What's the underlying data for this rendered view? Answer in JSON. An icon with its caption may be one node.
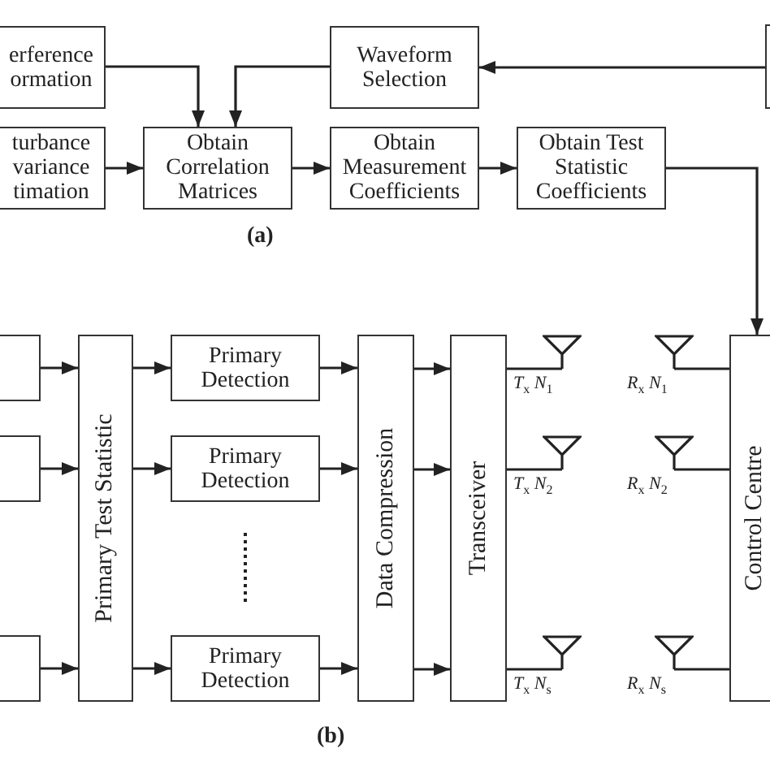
{
  "diagram": {
    "nodes": [
      {
        "text": [
          "erference ormation"
        ]
      },
      {
        "text": [
          "Waveform Selection"
        ]
      },
      {
        "text": [],
        "shape": "box"
      },
      {
        "text": [
          "turbance variance timation"
        ]
      },
      {
        "text": [
          "Obtain Correlation Matrices"
        ]
      },
      {
        "text": [
          "Obtain Measurement Coefficients"
        ]
      },
      {
        "text": [
          "Obtain Test Statistic Coefficients"
        ]
      },
      {
        "text": [],
        "shape": "box"
      },
      {
        "text": [],
        "shape": "box"
      },
      {
        "text": [],
        "shape": "box"
      },
      {
        "text": [
          "Primary Test Statistic"
        ]
      },
      {
        "text": [
          "Primary Detection"
        ]
      },
      {
        "text": [
          "Primary Detection"
        ]
      },
      {
        "text": [
          "Primary Detection"
        ]
      },
      {
        "text": [
          "Data Compression"
        ]
      },
      {
        "text": [
          "Transceiver"
        ]
      },
      {
        "text": [],
        "shape": "antenna",
        "beside": [
          "*T*$_{x}$ *N*$_{1}$"
        ]
      },
      {
        "text": [],
        "shape": "antenna",
        "beside": [
          "*T*$_{x}$ *N*$_{2}$"
        ]
      },
      {
        "text": [],
        "shape": "antenna",
        "beside": [
          "*T*$_{x}$ *N*$_{s}$"
        ]
      },
      {
        "text": [],
        "shape": "antenna",
        "beside": [
          "*R*$_{x}$ *N*$_{1}$"
        ]
      },
      {
        "text": [],
        "shape": "antenna",
        "beside": [
          "*R*$_{x}$ *N*$_{2}$"
        ]
      },
      {
        "text": [],
        "shape": "antenna",
        "beside": [
          "*R*$_{x}$ *N*$_{s}$"
        ]
      },
      {
        "text": [
          "Control Centre"
        ]
      }
    ],
    "edges": [
      {
        "from": 0,
        "to": 4,
        "arrow": "to"
      },
      {
        "from": 1,
        "to": 4,
        "arrow": "to"
      },
      {
        "from": 2,
        "to": 1,
        "arrow": "to"
      },
      {
        "from": 3,
        "to": 4,
        "arrow": "to"
      },
      {
        "from": 4,
        "to": 5,
        "arrow": "to"
      },
      {
        "from": 5,
        "to": 6,
        "arrow": "to"
      },
      {
        "from": 6,
        "to": 22,
        "arrow": "to"
      },
      {
        "from": 7,
        "to": 10,
        "arrow": "to"
      },
      {
        "from": 8,
        "to": 10,
        "arrow": "to"
      },
      {
        "from": 9,
        "to": 10,
        "arrow": "to"
      },
      {
        "from": 10,
        "to": 11,
        "arrow": "to"
      },
      {
        "from": 10,
        "to": 12,
        "arrow": "to"
      },
      {
        "from": 10,
        "to": 13,
        "arrow": "to"
      },
      {
        "from": 11,
        "to": 14,
        "arrow": "to"
      },
      {
        "from": 12,
        "to": 14,
        "arrow": "to"
      },
      {
        "from": 13,
        "to": 14,
        "arrow": "to"
      },
      {
        "from": 14,
        "to": 15,
        "arrow": "to"
      },
      {
        "from": 14,
        "to": 15,
        "arrow": "to"
      },
      {
        "from": 14,
        "to": 15,
        "arrow": "to"
      },
      {
        "from": 15,
        "to": 16,
        "arrow": "none"
      },
      {
        "from": 15,
        "to": 17,
        "arrow": "none"
      },
      {
        "from": 15,
        "to": 18,
        "arrow": "none"
      },
      {
        "from": 19,
        "to": 22,
        "arrow": "none"
      },
      {
        "from": 20,
        "to": 22,
        "arrow": "none"
      },
      {
        "from": 21,
        "to": 22,
        "arrow": "none"
      }
    ],
    "labels": [
      "(a)",
      "(b)"
    ]
  }
}
